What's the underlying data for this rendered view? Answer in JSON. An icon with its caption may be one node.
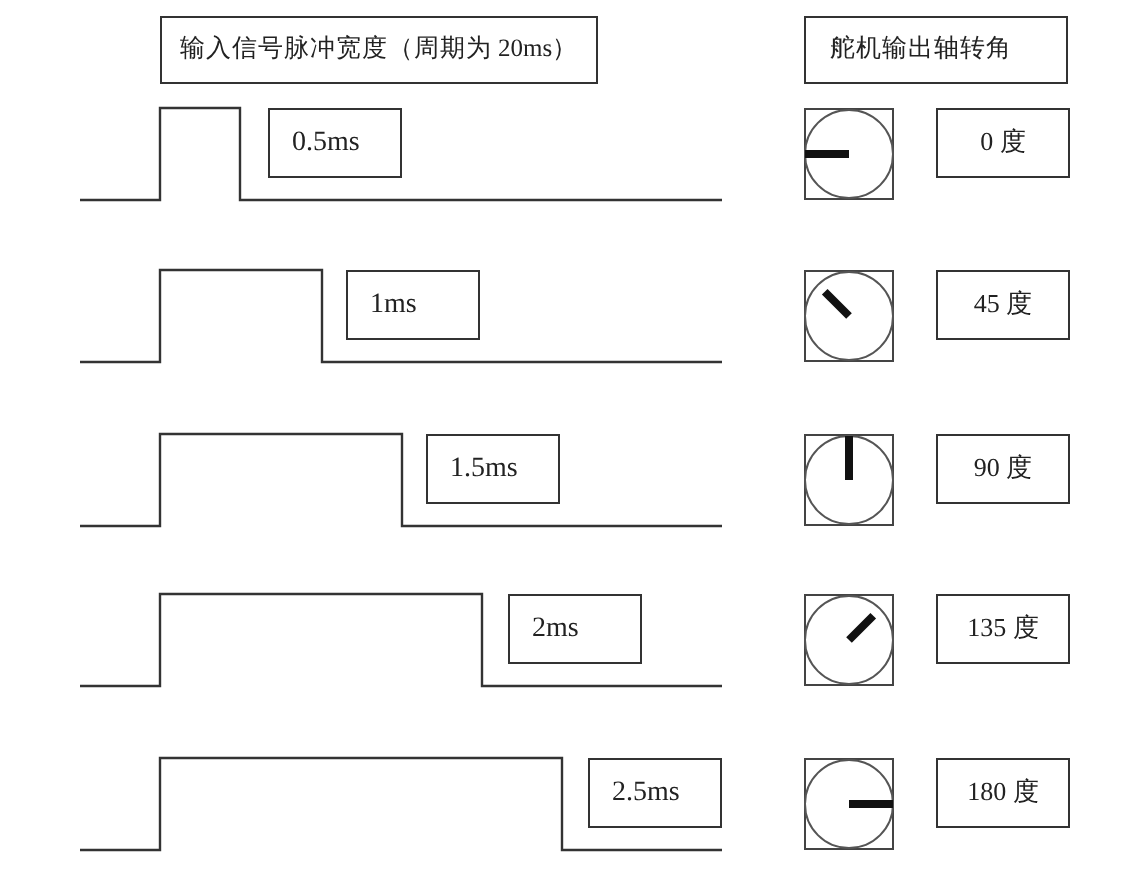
{
  "diagram": {
    "nodes": [
      {
        "text": [
          "输入信号脉冲宽度（周期为 20ms）"
        ]
      },
      {
        "text": [
          "舵机输出轴转角"
        ]
      },
      {
        "text": [
          "0.5ms"
        ]
      },
      {
        "text": [],
        "shape": "picture"
      },
      {
        "text": [
          "0 度"
        ]
      },
      {
        "text": [
          "1ms"
        ]
      },
      {
        "text": [],
        "shape": "picture"
      },
      {
        "text": [
          "45 度"
        ]
      },
      {
        "text": [
          "1.5ms"
        ]
      },
      {
        "text": [],
        "shape": "picture"
      },
      {
        "text": [
          "90 度"
        ]
      },
      {
        "text": [
          "2ms"
        ]
      },
      {
        "text": [],
        "shape": "picture"
      },
      {
        "text": [
          "135 度"
        ]
      },
      {
        "text": [
          "2.5ms"
        ]
      },
      {
        "text": [],
        "shape": "picture"
      },
      {
        "text": [
          "180 度"
        ]
      }
    ]
  }
}
